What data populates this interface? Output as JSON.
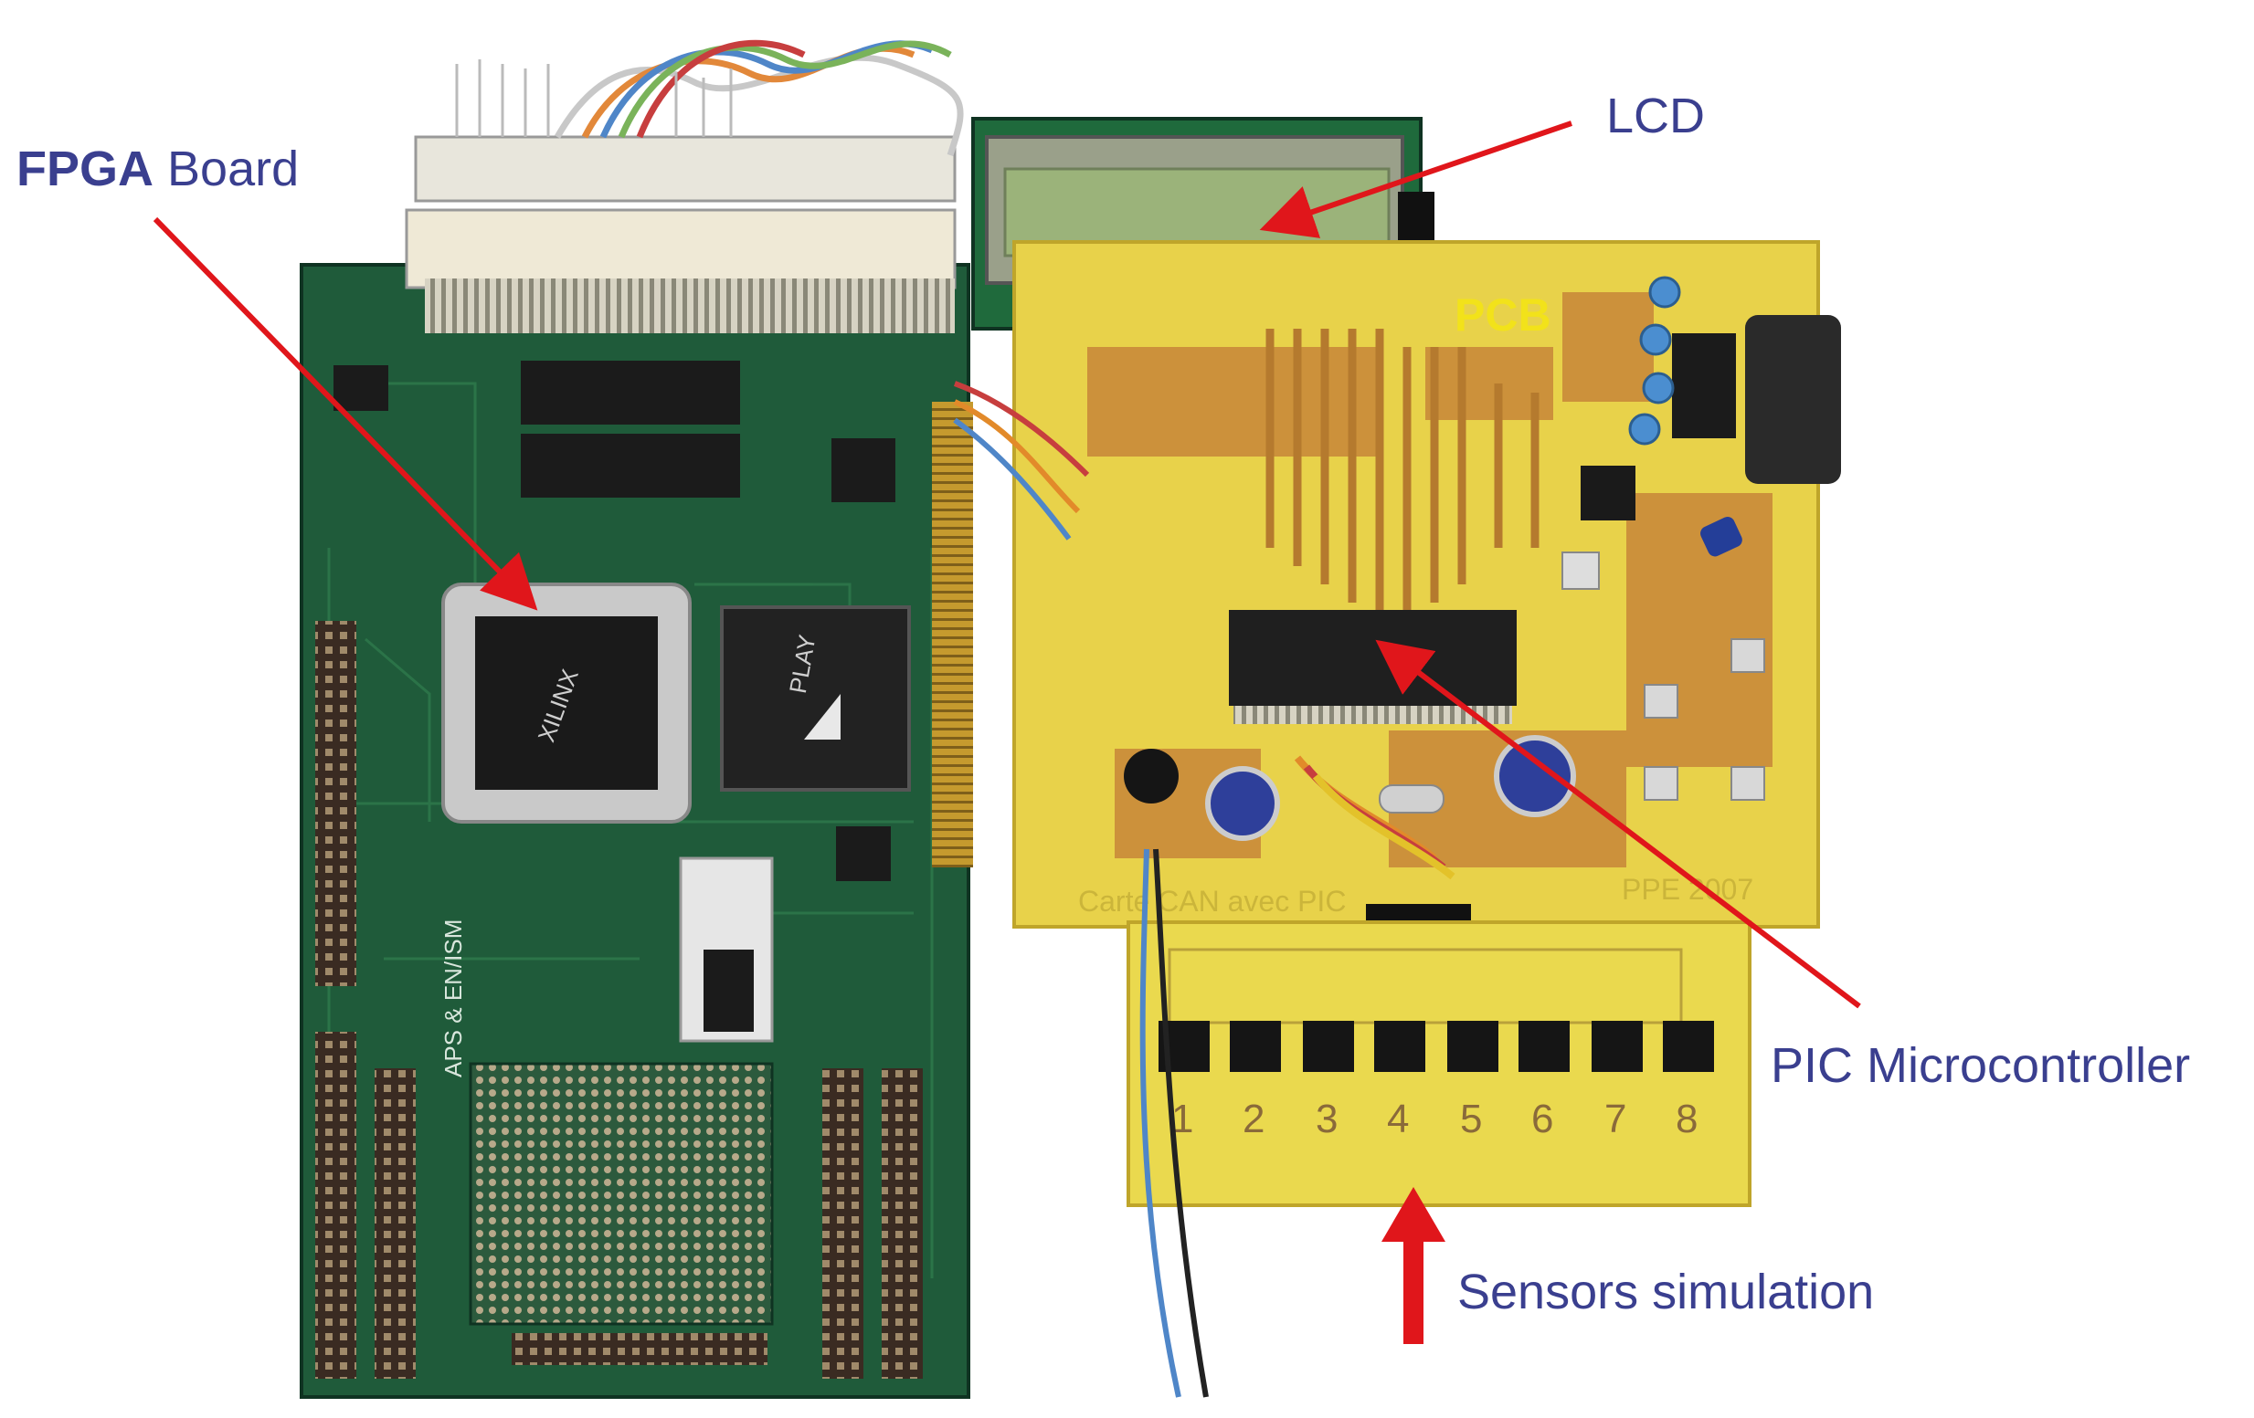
{
  "annotations": {
    "fpga_bold": "FPGA",
    "fpga_rest": "Board",
    "lcd": "LCD",
    "pcb": "PCB",
    "pic": "PIC Microcontroller",
    "sensors": "Sensors simulation"
  },
  "chips": {
    "xilinx": "XILINX",
    "play": "PLAY"
  },
  "board_silkscreen": {
    "aps": "APS & EN/ISM",
    "pcb_footer": "Carte CAN avec PIC",
    "pcb_year": "PPE 2007"
  },
  "switch_labels": [
    "1",
    "2",
    "3",
    "4",
    "5",
    "6",
    "7",
    "8"
  ],
  "colors": {
    "label_text": "#3a3f8f",
    "pcb_label": "#f2e21a",
    "arrow": "#e0161b",
    "fpga_board": "#1f5b3a",
    "pcb_board": "#e8d24a"
  }
}
